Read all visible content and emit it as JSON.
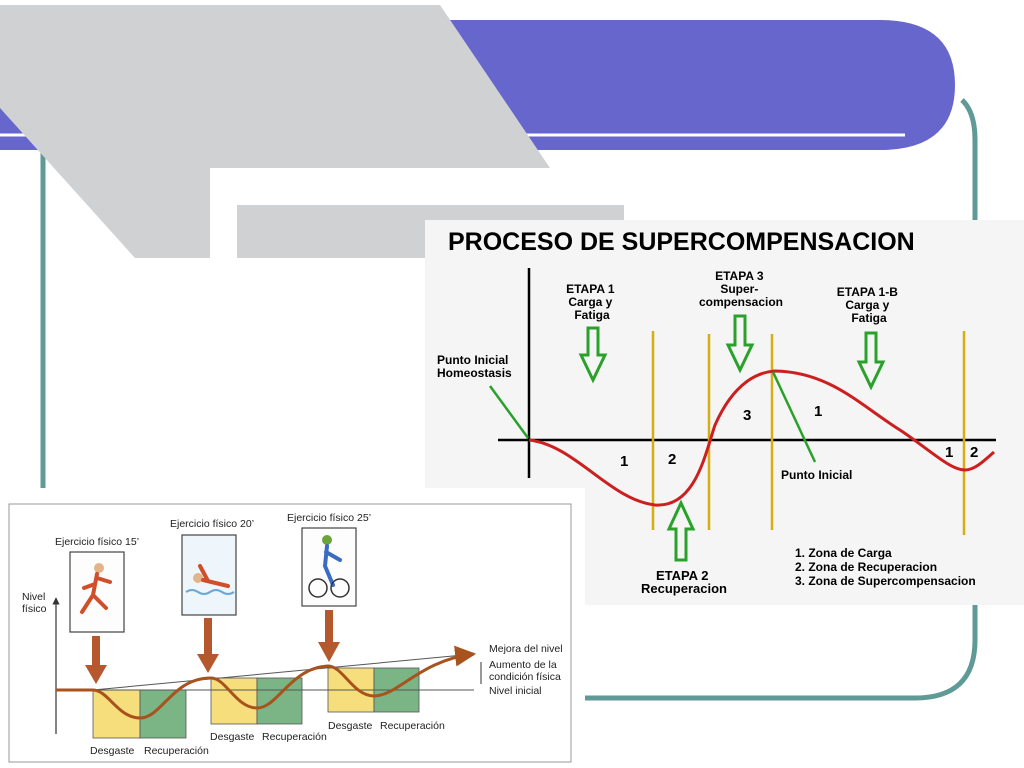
{
  "top_diagram": {
    "title": "PROCESO DE SUPERCOMPENSACION",
    "start_label": [
      "Punto Inicial",
      "Homeostasis"
    ],
    "etapa1": [
      "ETAPA 1",
      "Carga y",
      "Fatiga"
    ],
    "etapa3": [
      "ETAPA 3",
      "Super-",
      "compensacion"
    ],
    "etapa1b": [
      "ETAPA 1-B",
      "Carga y",
      "Fatiga"
    ],
    "etapa2": [
      "ETAPA 2",
      "Recuperacion"
    ],
    "punto_inicial": "Punto Inicial",
    "zone_numbers": [
      "1",
      "2",
      "3",
      "1",
      "1",
      "2"
    ],
    "legend": [
      "1. Zona de Carga",
      "2. Zona de Recuperacion",
      "3. Zona de Supercompensacion"
    ],
    "colors": {
      "curve": "#cc1f1f",
      "arrows": "#2aa12a",
      "stage_lines": "#d4ae12"
    }
  },
  "bottom_diagram": {
    "y_label": [
      "Nivel",
      "físico"
    ],
    "exercises": [
      "Ejercicio físico 15’",
      "Ejercicio físico 20’",
      "Ejercicio físico 25’"
    ],
    "right_labels": [
      "Mejora del nivel",
      "Aumento de la",
      "condición física",
      "Nivel inicial"
    ],
    "phases": [
      "Desgaste",
      "Recuperación",
      "Desgaste",
      "Recuperación",
      "Desgaste",
      "Recuperación"
    ],
    "colors": {
      "desgaste": "#f6de7c",
      "recuperacion": "#7bb585",
      "curve": "#a8521e"
    }
  },
  "theme": {
    "banner": "#6666cc",
    "frame": "#5f9a97",
    "shape": "#d0d1d2"
  }
}
